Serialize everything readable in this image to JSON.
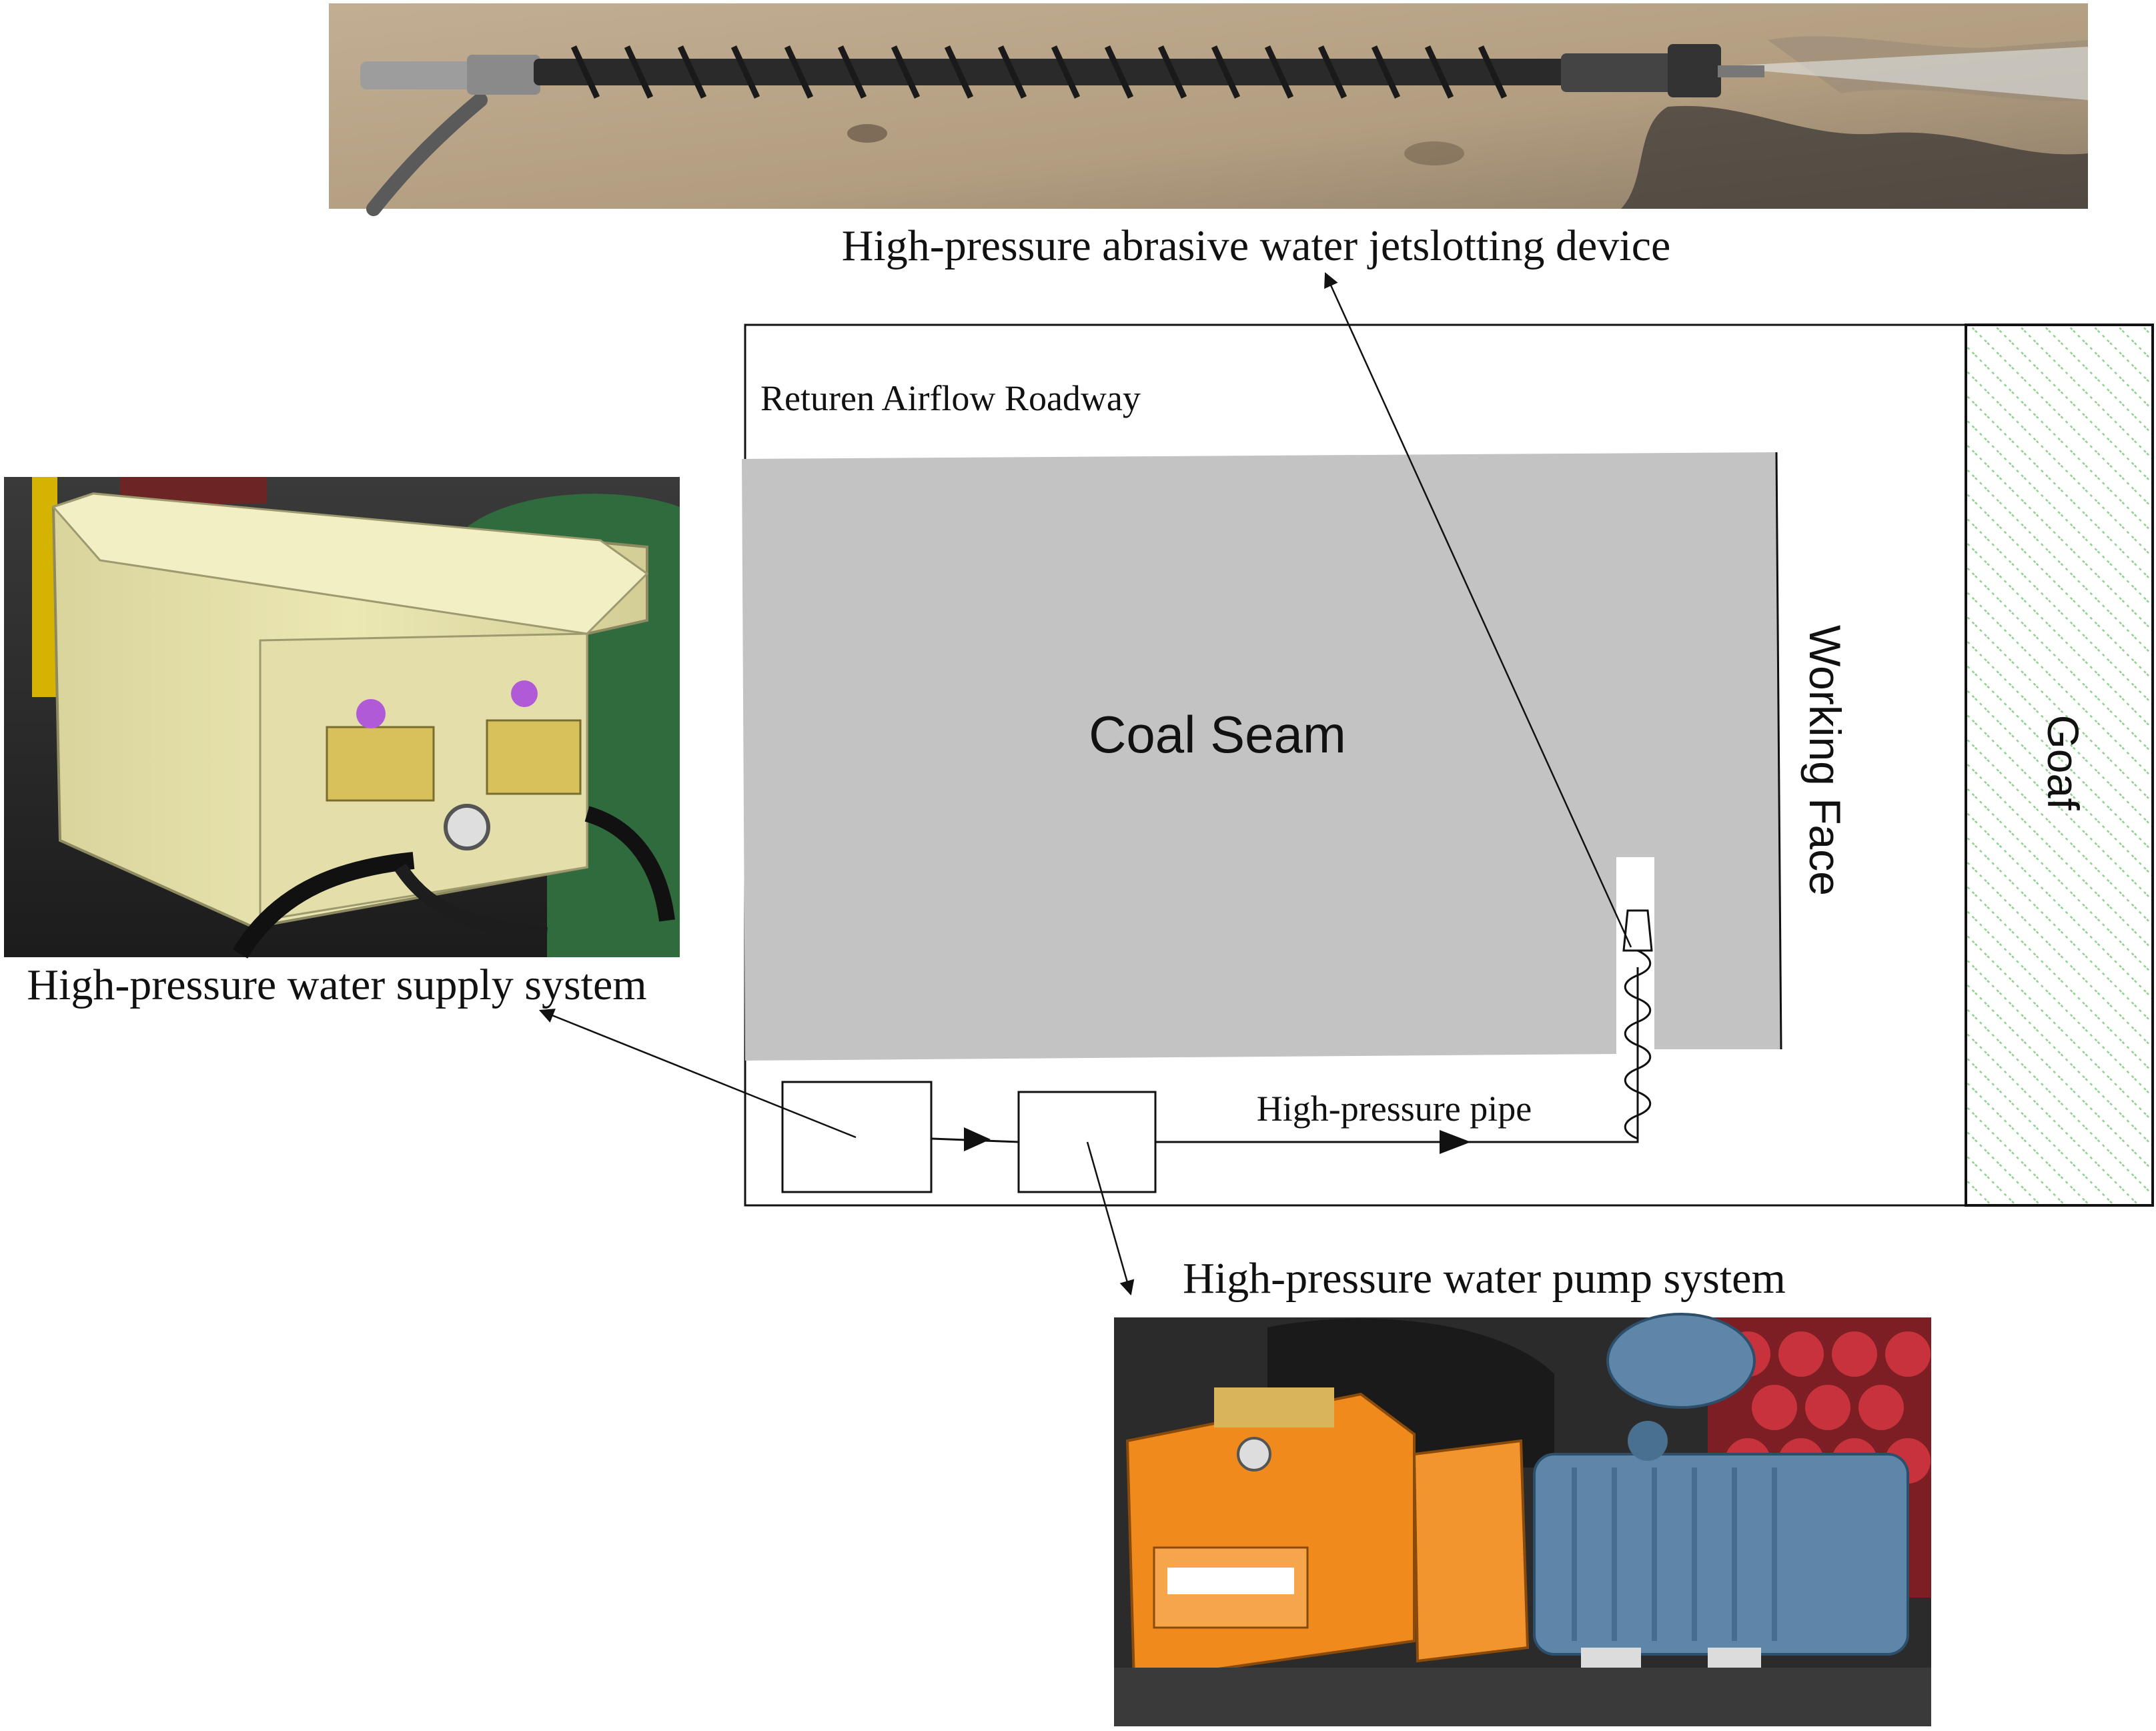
{
  "labels": {
    "jet_device": "High-pressure abrasive water jetslotting device",
    "return_airflow": "Returen Airflow Roadway",
    "coal_seam": "Coal Seam",
    "working_face": "Working Face",
    "goaf": "Goaf",
    "supply_system": "High-pressure water supply system",
    "pipe": "High-pressure pipe",
    "pump_system": "High-pressure water pump system"
  },
  "colors": {
    "coal_seam_fill": "#c3c3c3",
    "goaf_hatch": "#8fd18f",
    "outline": "#111111",
    "photo_ground": "#b9a488",
    "photo_cabinet": "#ece8b4",
    "photo_machine_green": "#2f6b3c",
    "photo_pump_orange": "#f08a1c",
    "photo_motor_blue": "#5d86a8",
    "photo_rollers_red": "#c8323c"
  },
  "photos": {
    "jet_device": "jet-slotting-device-photo",
    "supply_system": "water-supply-system-photo",
    "pump_system": "water-pump-system-photo"
  }
}
